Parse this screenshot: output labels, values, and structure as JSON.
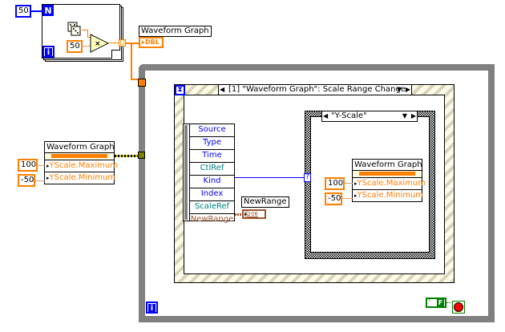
{
  "for_loop": {
    "count_constant": "50",
    "count_terminal": "N",
    "iteration_terminal": "i",
    "multiplier_constant": "50",
    "multiply_symbol": "×",
    "random_icon": "dice-icon"
  },
  "indicator": {
    "label": "Waveform Graph",
    "type": "DBL"
  },
  "outer_property_node": {
    "title": "Waveform Graph",
    "properties": [
      "YScale.Maximum",
      "YScale.Minimum"
    ],
    "constants": [
      "100",
      "-50"
    ]
  },
  "event_structure": {
    "selector": "[1] \"Waveform Graph\": Scale Range Change",
    "event_data": [
      {
        "label": "Source",
        "color": "#0000ff"
      },
      {
        "label": "Type",
        "color": "#0000ff"
      },
      {
        "label": "Time",
        "color": "#0000ff"
      },
      {
        "label": "CtlRef",
        "color": "#008080"
      },
      {
        "label": "Kind",
        "color": "#0000ff"
      },
      {
        "label": "Index",
        "color": "#0000ff"
      },
      {
        "label": "ScaleRef",
        "color": "#008080"
      },
      {
        "label": "NewRange",
        "color": "#a0522d"
      }
    ],
    "newrange_label": "NewRange",
    "newrange_type": "206"
  },
  "case_structure": {
    "selector": "\"Y-Scale\"",
    "selector_terminal": "?",
    "property_node": {
      "title": "Waveform Graph",
      "properties": [
        "YScale.Maximum",
        "YScale.Minimum"
      ],
      "constants": [
        "100",
        "-50"
      ]
    }
  },
  "while_loop": {
    "iteration_terminal": "i",
    "stop_constant": "F",
    "stop_terminal": "stop-icon"
  }
}
